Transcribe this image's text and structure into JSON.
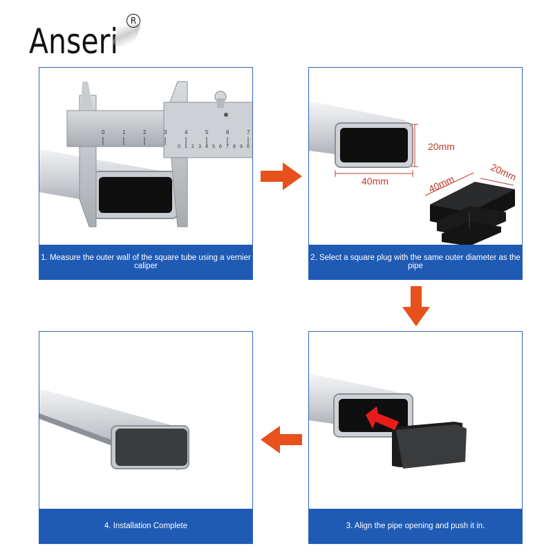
{
  "brand": {
    "name": "Anseri",
    "registered_mark": "R"
  },
  "colors": {
    "caption_bg": "#1f5bb5",
    "border": "#2d62b8",
    "arrow": "#e8501c",
    "dimension": "#c0392b"
  },
  "steps": [
    {
      "caption": "1. Measure the outer wall of the square tube using a vernier caliper"
    },
    {
      "caption": "2. Select a square plug with the same outer diameter as the pipe",
      "dimensions": {
        "tube_height": "20mm",
        "tube_width": "40mm",
        "plug_width": "40mm",
        "plug_height": "20mm"
      }
    },
    {
      "caption": "3. Align the pipe opening and push it in."
    },
    {
      "caption": "4. Installation Complete"
    }
  ],
  "caliper_scale": {
    "main": [
      "0",
      "1",
      "2",
      "3",
      "4",
      "5",
      "6",
      "7"
    ],
    "vernier": [
      "0",
      "1",
      "2",
      "3",
      "4",
      "5",
      "6",
      "7",
      "8",
      "9",
      "0"
    ]
  },
  "icons": {
    "flow_arrows": [
      "arrow-right-icon",
      "arrow-down-icon",
      "arrow-left-icon"
    ]
  }
}
